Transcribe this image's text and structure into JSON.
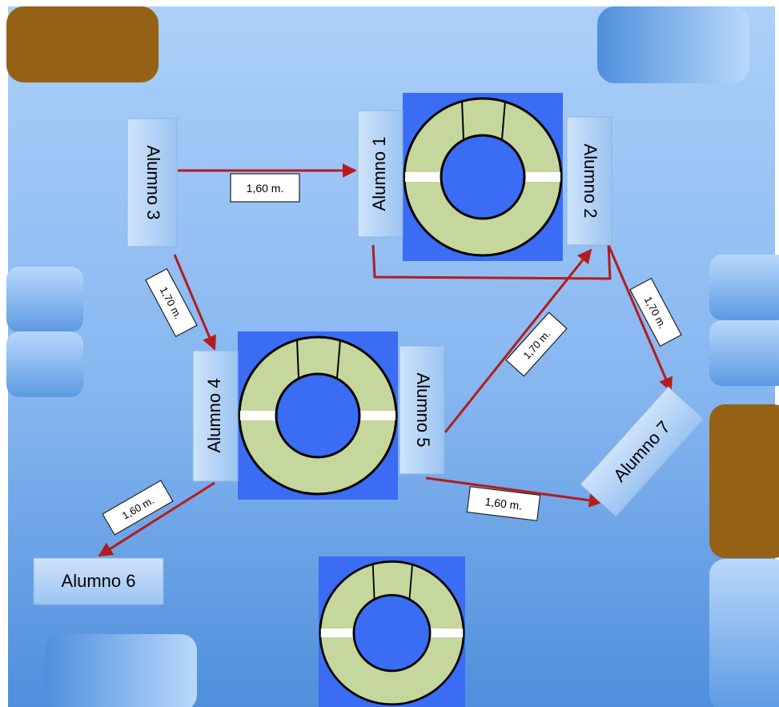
{
  "students": {
    "s1": "Alumno 1",
    "s2": "Alumno 2",
    "s3": "Alumno 3",
    "s4": "Alumno 4",
    "s5": "Alumno 5",
    "s6": "Alumno 6",
    "s7": "Alumno 7"
  },
  "distances": {
    "s3_to_s1": "1,60 m.",
    "s3_to_s4": "1,70 m.",
    "s2_to_s7": "1,70 m.",
    "s5_to_s2": "1,70 m.",
    "s4_to_s6": "1,60 m.",
    "s5_to_s7": "1,60 m."
  },
  "colors": {
    "floor_top": "#a9cef8",
    "floor_bottom": "#4e8fdc",
    "furniture_brown": "#956114",
    "table_blue": "#3a6cf4",
    "ring_green": "#c5d79c",
    "arrow_red": "#b31c1c",
    "student_box": "#b7d6f8"
  }
}
